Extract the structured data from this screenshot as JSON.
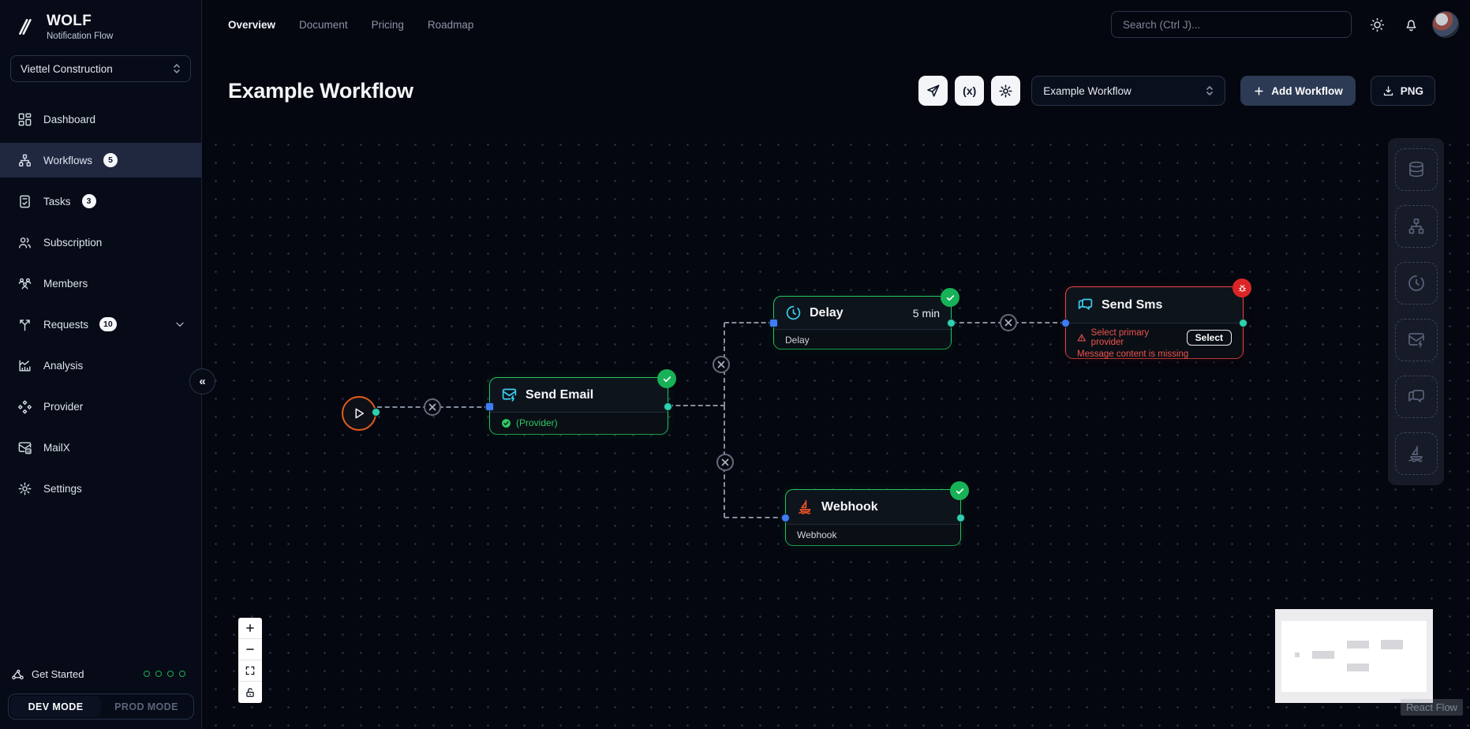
{
  "brand": {
    "name": "WOLF",
    "subtitle": "Notification Flow"
  },
  "org": {
    "selected": "Viettel Construction"
  },
  "sidebar": {
    "items": [
      {
        "label": "Dashboard"
      },
      {
        "label": "Workflows",
        "badge": "5"
      },
      {
        "label": "Tasks",
        "badge": "3"
      },
      {
        "label": "Subscription"
      },
      {
        "label": "Members"
      },
      {
        "label": "Requests",
        "badge": "10"
      },
      {
        "label": "Analysis"
      },
      {
        "label": "Provider"
      },
      {
        "label": "MailX"
      },
      {
        "label": "Settings"
      }
    ],
    "get_started": "Get Started",
    "mode_toggle": {
      "dev": "DEV MODE",
      "prod": "PROD MODE"
    }
  },
  "topbar": {
    "tabs": [
      {
        "label": "Overview",
        "active": true
      },
      {
        "label": "Document"
      },
      {
        "label": "Pricing"
      },
      {
        "label": "Roadmap"
      }
    ],
    "search_placeholder": "Search (Ctrl J)..."
  },
  "header": {
    "title": "Example Workflow",
    "workflow_select": "Example Workflow",
    "add_workflow_label": "Add Workflow",
    "png_label": "PNG"
  },
  "workflow": {
    "nodes": {
      "send_email": {
        "title": "Send Email",
        "footer": "(Provider)",
        "status": "success"
      },
      "delay": {
        "title": "Delay",
        "duration": "5 min",
        "footer": "Delay",
        "status": "success"
      },
      "send_sms": {
        "title": "Send Sms",
        "status": "error",
        "error_primary": "Select primary provider",
        "error_secondary": "Message content is missing",
        "action": "Select"
      },
      "webhook": {
        "title": "Webhook",
        "footer": "Webhook",
        "status": "success"
      }
    }
  },
  "icons": {
    "fx": "(x)",
    "collapse": "«"
  },
  "attribution": "React Flow",
  "colors": {
    "accent_green": "#23c55e",
    "accent_red": "#ef4444",
    "accent_cyan": "#3ad0f0",
    "accent_orange": "#e35c1d",
    "handle_source": "#2fd1b2",
    "handle_target": "#3f7df6"
  }
}
